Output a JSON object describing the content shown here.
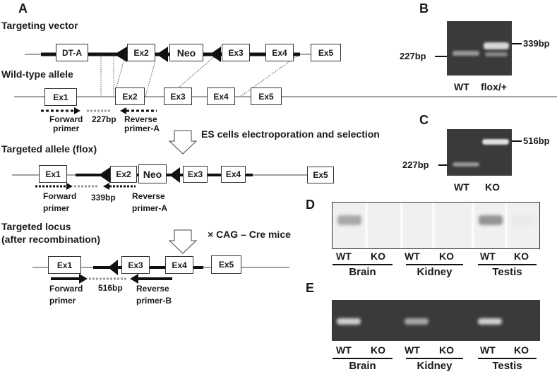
{
  "panels": {
    "A": "A",
    "B": "B",
    "C": "C",
    "D": "D",
    "E": "E"
  },
  "panel_a": {
    "rows": {
      "targeting_vector": {
        "title": "Targeting vector",
        "boxes": [
          "DT-A",
          "Ex2",
          "Neo",
          "Ex3",
          "Ex4",
          "Ex5"
        ]
      },
      "wild_type": {
        "title": "Wild-type allele",
        "boxes": [
          "Ex1",
          "Ex2",
          "Ex3",
          "Ex4",
          "Ex5"
        ],
        "primers": {
          "forward": "Forward",
          "forward2": "primer",
          "product": "227bp",
          "reverse": "Reverse",
          "reverse2": "primer-A"
        }
      },
      "flox": {
        "title": "Targeted allele (flox)",
        "boxes": [
          "Ex1",
          "Ex2",
          "Neo",
          "Ex3",
          "Ex4",
          "Ex5"
        ],
        "primers": {
          "forward": "Forward",
          "forward2": "primer",
          "product": "339bp",
          "reverse": "Reverse",
          "reverse2": "primer-A"
        }
      },
      "recombined": {
        "title": "Targeted locus",
        "title2": "(after recombination)",
        "boxes": [
          "Ex1",
          "Ex3",
          "Ex4",
          "Ex5"
        ],
        "primers": {
          "forward": "Forward",
          "forward2": "primer",
          "product": "516bp",
          "reverse": "Reverse",
          "reverse2": "primer-B"
        }
      }
    },
    "steps": {
      "es": "ES cells electroporation and selection",
      "cre": "× CAG – Cre mice"
    }
  },
  "panel_b": {
    "lanes": [
      "WT",
      "flox/+"
    ],
    "markers": {
      "left": "227bp",
      "right": "339bp"
    }
  },
  "panel_c": {
    "lanes": [
      "WT",
      "KO"
    ],
    "markers": {
      "left": "227bp",
      "right": "516bp"
    }
  },
  "panel_d": {
    "lanes": [
      "WT",
      "KO",
      "WT",
      "KO",
      "WT",
      "KO"
    ],
    "tissues": [
      "Brain",
      "Kidney",
      "Testis"
    ],
    "band_intensity": [
      0.55,
      0,
      0,
      0,
      0.7,
      0.05
    ]
  },
  "panel_e": {
    "lanes": [
      "WT",
      "KO",
      "WT",
      "KO",
      "WT",
      "KO"
    ],
    "tissues": [
      "Brain",
      "Kidney",
      "Testis"
    ],
    "band_intensity": [
      0.9,
      0,
      0.65,
      0,
      0.9,
      0
    ]
  }
}
